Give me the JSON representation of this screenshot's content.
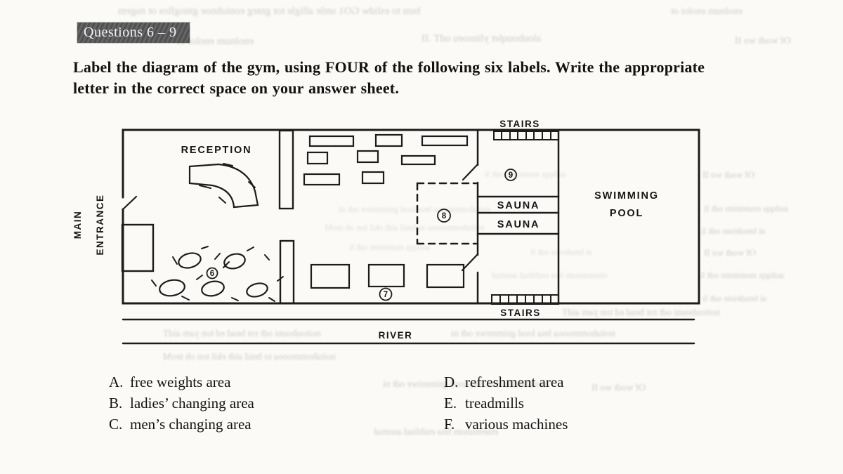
{
  "page": {
    "badge_label": "Questions 6 – 9",
    "instruction_line1": "Label the diagram of the gym, using FOUR of the following six labels. Write the appropriate",
    "instruction_line2": "letter in the correct space on your answer sheet."
  },
  "diagram": {
    "labels": {
      "main_entrance_word1": "MAIN",
      "main_entrance_word2": "ENTRANCE",
      "reception": "RECEPTION",
      "stairs_top": "STAIRS",
      "stairs_bottom": "STAIRS",
      "sauna_upper": "SAUNA",
      "sauna_lower": "SAUNA",
      "swimming_pool_word1": "SWIMMING",
      "swimming_pool_word2": "POOL",
      "river": "RIVER"
    },
    "space_markers": {
      "six": "6",
      "seven": "7",
      "eight": "8",
      "nine": "9"
    }
  },
  "options": {
    "left": [
      {
        "letter": "A.",
        "text": "free weights area"
      },
      {
        "letter": "B.",
        "text": "ladies’ changing area"
      },
      {
        "letter": "C.",
        "text": "men’s changing area"
      }
    ],
    "right": [
      {
        "letter": "D.",
        "text": "refreshment area"
      },
      {
        "letter": "E.",
        "text": "treadmills"
      },
      {
        "letter": "F.",
        "text": "various machines"
      }
    ]
  },
  "scan_noise": [
    "bsm to eslidw GO1 smle alligle tot gnteg eoniubnoe gniogllos ot nsgem",
    "aloubouqlet ylinsoeu odT .II",
    "enolnum enoloi ot",
    "noitabommoooa bna lood gnimmiwe odt ni",
    "noitabommoooa to bnid aidt ekil ton ob teoM",
    "noitoubouni odt rot bead ed ton yam aidT",
    "asilqqs muminim odt li",
    "ai bnsdeiste odt li",
    "etnemunom bna enibliud auomal",
    "Of wodt wo II"
  ]
}
